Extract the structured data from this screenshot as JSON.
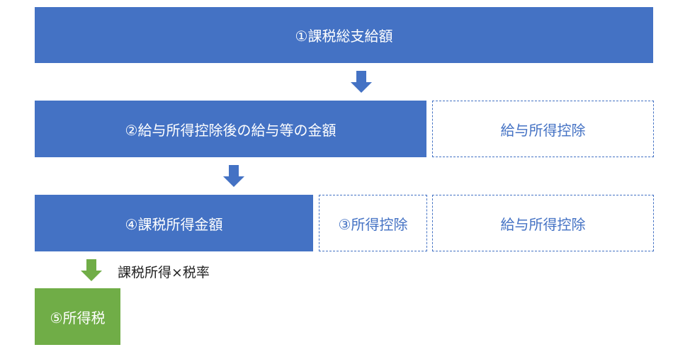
{
  "steps": {
    "gross_salary": "①課税総支給額",
    "after_deduction": "②給与所得控除後の給与等の金額",
    "salary_deduction_1": "給与所得控除",
    "income_deduction": "③所得控除",
    "salary_deduction_2": "給与所得控除",
    "taxable_income": "④課税所得金額",
    "income_tax": "⑤所得税"
  },
  "formula": "課税所得×税率",
  "colors": {
    "blue": "#4472c4",
    "green": "#70ad47"
  }
}
